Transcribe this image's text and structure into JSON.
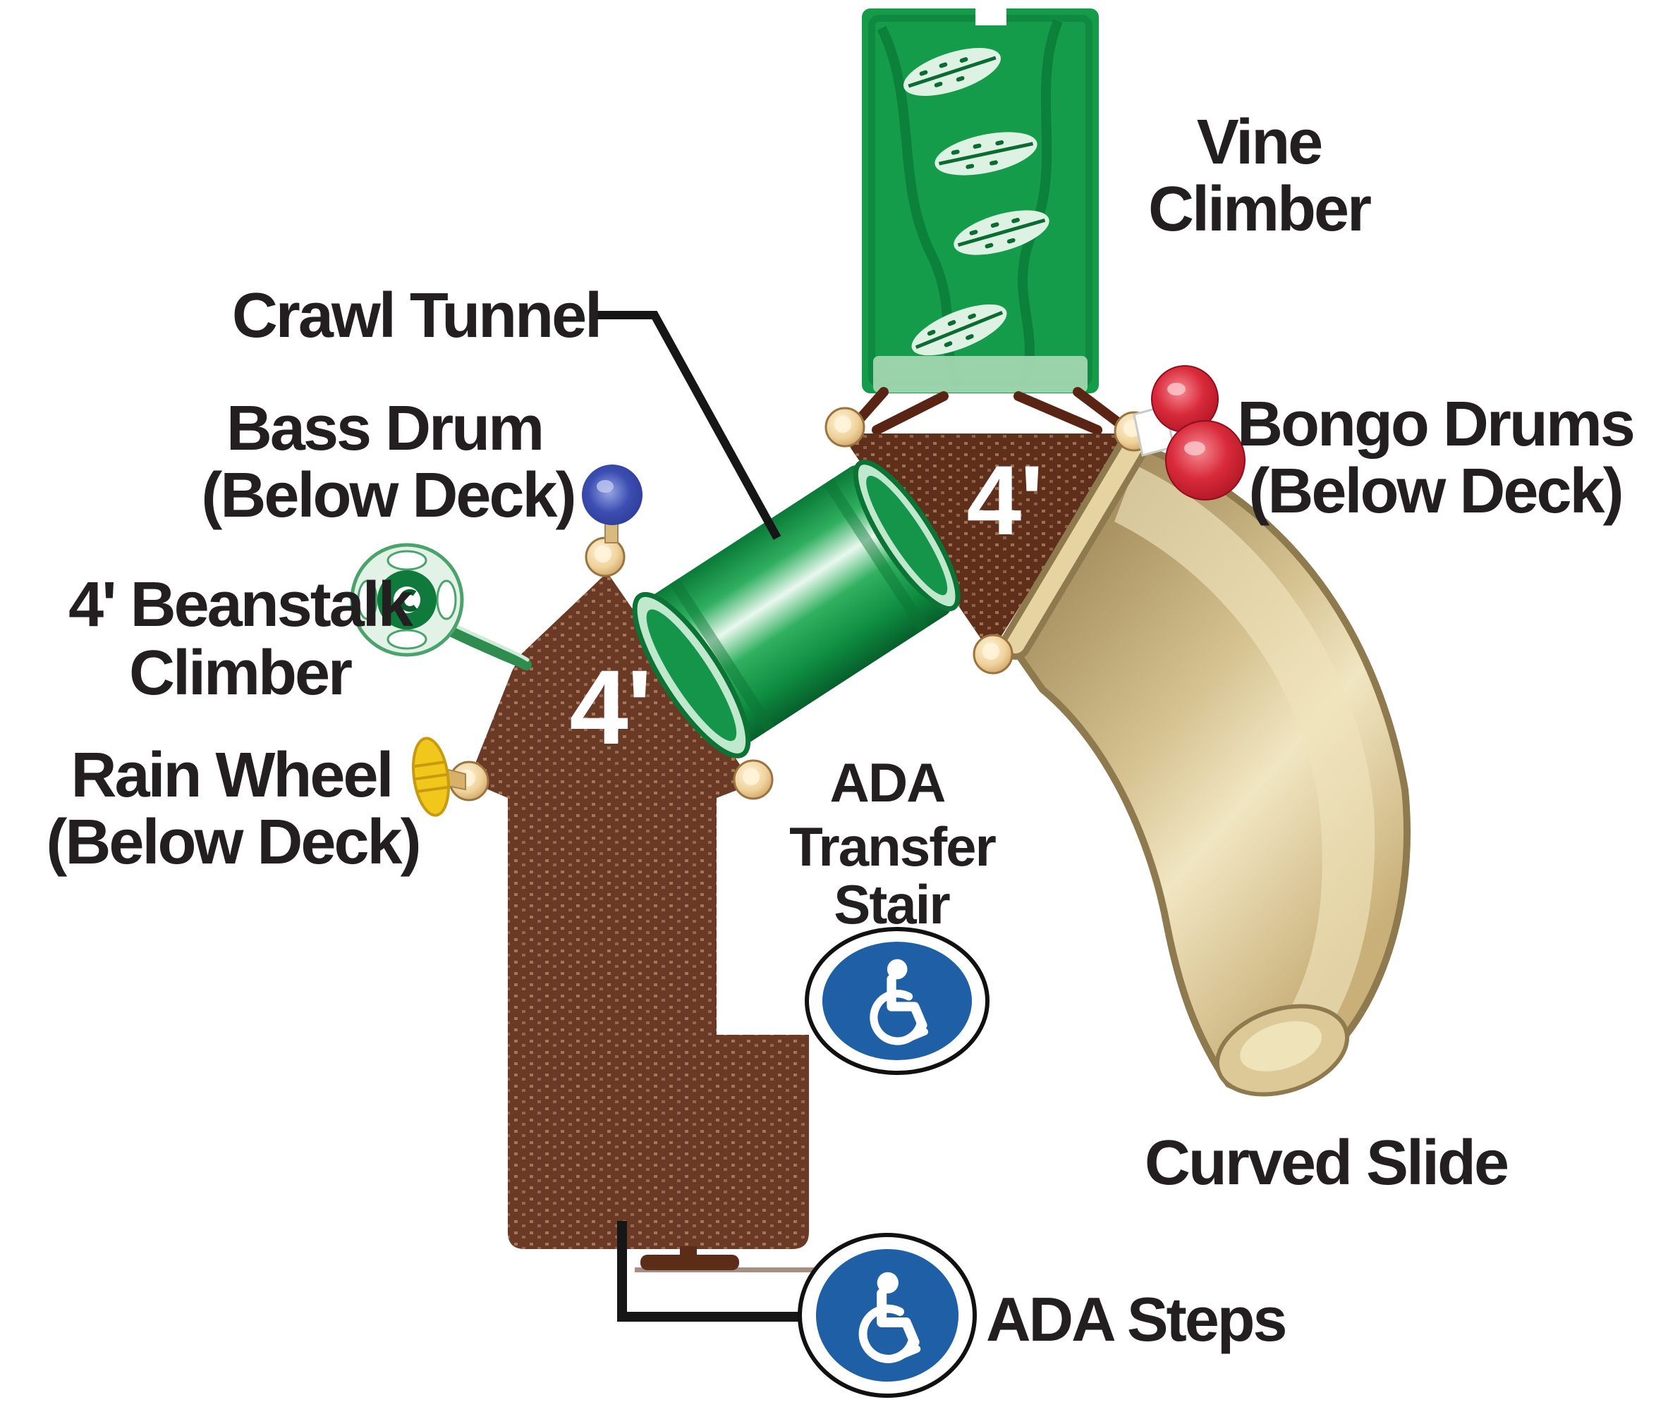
{
  "diagram_title": "Playground structure component diagram (top view)",
  "labels": {
    "vine_climber": {
      "line1": "Vine",
      "line2": "Climber"
    },
    "crawl_tunnel": "Crawl Tunnel",
    "bass_drum": {
      "line1": "Bass Drum",
      "line2": "(Below Deck)"
    },
    "beanstalk": {
      "line1": "4' Beanstalk",
      "line2": "Climber"
    },
    "rain_wheel": {
      "line1": "Rain Wheel",
      "line2": "(Below Deck)"
    },
    "bongo_drums": {
      "line1": "Bongo Drums",
      "line2": "(Below Deck)"
    },
    "ada_transfer": {
      "line1": "ADA",
      "line2": "Transfer",
      "line3": "Stair"
    },
    "curved_slide": "Curved Slide",
    "ada_steps": "ADA Steps",
    "deck_left_height": "4'",
    "deck_right_height": "4'"
  },
  "icons": {
    "ada_transfer_icon": "wheelchair-icon",
    "ada_steps_icon": "wheelchair-icon"
  },
  "colors": {
    "deck_brown": "#6B3A26",
    "deck_brown_dark": "#5E2F1B",
    "deck_tab": "#5B2D19",
    "green": "#149C4B",
    "green_dark": "#0A6E33",
    "green_pale": "#D9F0E0",
    "mint": "#BFE8CC",
    "tan": "#C7AF7E",
    "tan_light": "#EDE0B8",
    "tan_dark": "#8F7A4F",
    "cap_tan": "#EFD29B",
    "blue_ball": "#3C4EB2",
    "bongo_red": "#CF1F30",
    "rain_yellow": "#F2C71C",
    "ada_blue": "#1F5FA6",
    "leader": "#161616",
    "label_text": "#231F20"
  }
}
